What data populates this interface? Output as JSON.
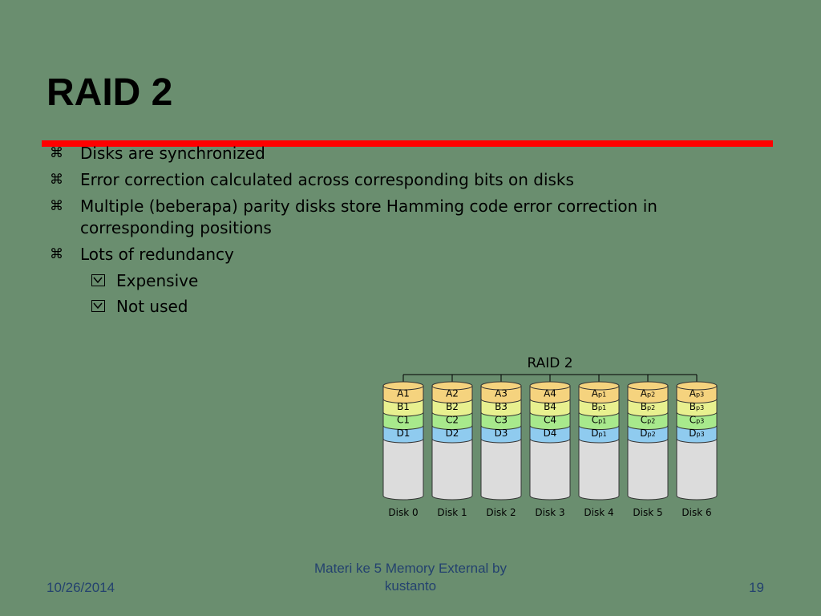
{
  "slide": {
    "title": "RAID 2",
    "bullets": [
      "Disks are synchronized",
      "Error correction calculated across corresponding bits on disks",
      "Multiple (beberapa) parity disks store Hamming code error correction in corresponding positions",
      "Lots of redundancy"
    ],
    "sub_bullets": [
      "Expensive",
      "Not used"
    ],
    "bullet_icon": "command-key-icon",
    "sub_bullet_icon": "checkbox-icon"
  },
  "diagram": {
    "title": "RAID 2",
    "disks": [
      {
        "label": "Disk 0",
        "blocks": [
          "A1",
          "B1",
          "C1",
          "D1"
        ]
      },
      {
        "label": "Disk 1",
        "blocks": [
          "A2",
          "B2",
          "C2",
          "D2"
        ]
      },
      {
        "label": "Disk 2",
        "blocks": [
          "A3",
          "B3",
          "C3",
          "D3"
        ]
      },
      {
        "label": "Disk 3",
        "blocks": [
          "A4",
          "B4",
          "C4",
          "D4"
        ]
      },
      {
        "label": "Disk 4",
        "blocks": [
          "Ap1",
          "Bp1",
          "Cp1",
          "Dp1"
        ]
      },
      {
        "label": "Disk 5",
        "blocks": [
          "Ap2",
          "Bp2",
          "Cp2",
          "Dp2"
        ]
      },
      {
        "label": "Disk 6",
        "blocks": [
          "Ap3",
          "Bp3",
          "Cp3",
          "Dp3"
        ]
      }
    ],
    "row_colors": [
      "#F5D37E",
      "#E8F08F",
      "#A8E98C",
      "#8FCBEF"
    ],
    "disk_color": "#DCDCDC"
  },
  "footer": {
    "date": "10/26/2014",
    "center": "Materi ke 5 Memory External by kustanto",
    "page": "19"
  },
  "colors": {
    "background": "#6A8E6F",
    "rule": "#FF0000",
    "footer_text": "#24426F"
  }
}
